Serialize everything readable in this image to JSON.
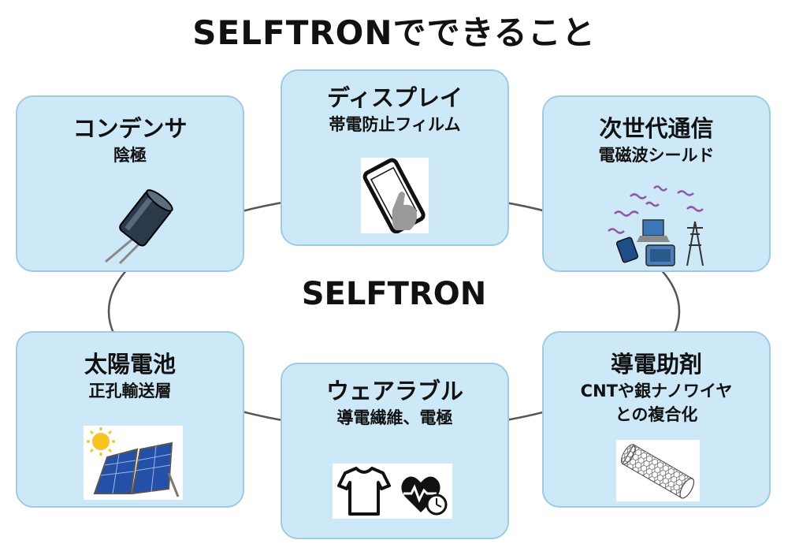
{
  "title": "SELFTRONでできること",
  "center_label": "SELFTRON",
  "applications": [
    {
      "heading": "コンデンサ",
      "sub1": "陰極",
      "sub2": "",
      "icon": "capacitor-icon"
    },
    {
      "heading": "ディスプレイ",
      "sub1": "帯電防止フィルム",
      "sub2": "",
      "icon": "smartphone-touch-icon"
    },
    {
      "heading": "次世代通信",
      "sub1": "電磁波シールド",
      "sub2": "",
      "icon": "electromagnetic-wave-devices-icon"
    },
    {
      "heading": "太陽電池",
      "sub1": "正孔輸送層",
      "sub2": "",
      "icon": "solar-panel-icon"
    },
    {
      "heading": "ウェアラブル",
      "sub1": "導電繊維、電極",
      "sub2": "",
      "icon": "tshirt-heart-monitor-icon"
    },
    {
      "heading": "導電助剤",
      "sub1": "CNTや銀ナノワイヤ",
      "sub2": "との複合化",
      "icon": "carbon-nanotube-icon"
    }
  ],
  "colors": {
    "box_fill": "#cde9f7",
    "box_border": "#9fcbe2",
    "ring": "#555555"
  }
}
